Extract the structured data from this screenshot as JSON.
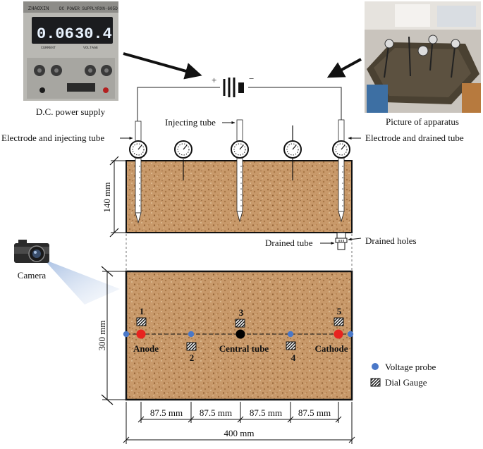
{
  "psu": {
    "brand": "ZHAOXIN",
    "model_text": "DC POWER SUPPLY",
    "model_no": "RXN-605D",
    "current_display": "0.06",
    "voltage_display": "30.4",
    "current_label": "CURRENT",
    "voltage_label": "VOLTAGE",
    "caption": "D.C. power supply"
  },
  "battery": {
    "plus": "+",
    "minus": "−"
  },
  "photo": {
    "caption": "Picture of apparatus"
  },
  "side_view": {
    "left_label": "Electrode and injecting tube",
    "injecting_label": "Injecting tube",
    "right_label": "Electrode and drained tube",
    "height_dim": "140 mm",
    "drained_tube_label": "Drained tube",
    "drained_holes_label": "Drained holes"
  },
  "camera": {
    "label": "Camera"
  },
  "plan_view": {
    "width_dim": "300 mm",
    "anode_label": "Anode",
    "central_label": "Central tube",
    "cathode_label": "Cathode",
    "gauge_numbers": [
      "1",
      "2",
      "3",
      "4",
      "5"
    ],
    "spacings": [
      "87.5 mm",
      "87.5 mm",
      "87.5 mm",
      "87.5 mm"
    ],
    "length_dim": "400 mm"
  },
  "legend": {
    "voltage_probe": "Voltage probe",
    "dial_gauge": "Dial Gauge"
  },
  "colors": {
    "soil": "#c8996a",
    "anode_cathode": "#e8231f",
    "central_tube": "#000000",
    "voltage_probe": "#4a78c8",
    "camera_beam": "#b9cbe6"
  }
}
